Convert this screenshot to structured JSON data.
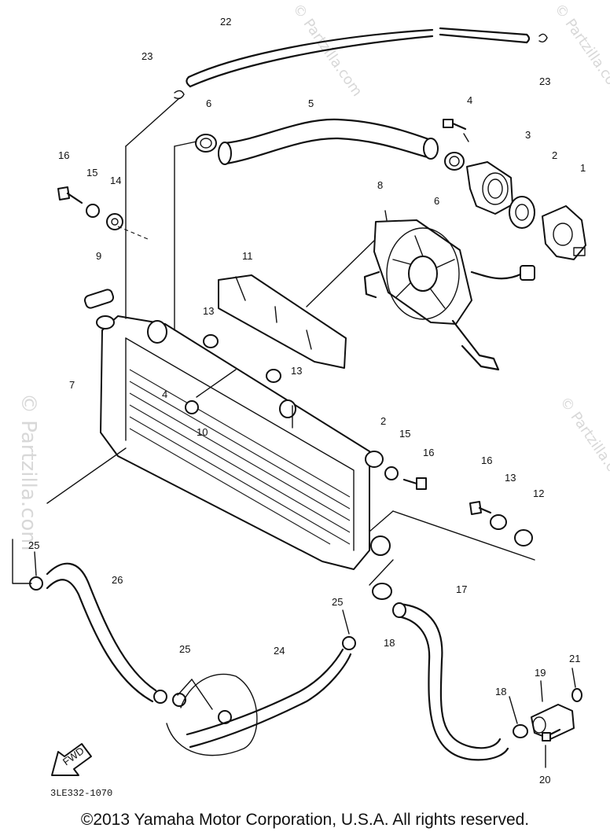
{
  "diagram": {
    "reference_code": "3LE332-1070",
    "fwd_label": "FWD",
    "callouts": {
      "c1": "1",
      "c2a": "2",
      "c2b": "2",
      "c3": "3",
      "c4a": "4",
      "c4b": "4",
      "c5": "5",
      "c6a": "6",
      "c6b": "6",
      "c7": "7",
      "c8": "8",
      "c9": "9",
      "c10": "10",
      "c11": "11",
      "c12": "12",
      "c13a": "13",
      "c13b": "13",
      "c13c": "13",
      "c14": "14",
      "c15a": "15",
      "c15b": "15",
      "c16a": "16",
      "c16b": "16",
      "c16c": "16",
      "c17": "17",
      "c18a": "18",
      "c18b": "18",
      "c19": "19",
      "c20": "20",
      "c21": "21",
      "c22": "22",
      "c23a": "23",
      "c23b": "23",
      "c24": "24",
      "c25a": "25",
      "c25b": "25",
      "c25c": "25",
      "c26": "26"
    }
  },
  "watermark": {
    "text": "© Partzilla.com"
  },
  "footer": {
    "copyright": "©2013 Yamaha Motor Corporation, U.S.A. All rights reserved."
  }
}
